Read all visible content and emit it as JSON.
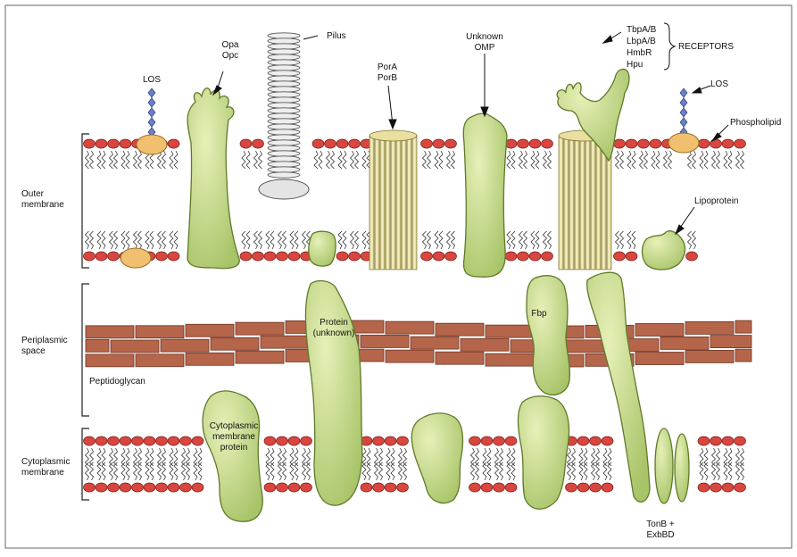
{
  "labels": {
    "pilus": "Pilus",
    "opa_line1": "Opa",
    "opa_line2": "Opc",
    "los_left": "LOS",
    "los_right": "LOS",
    "por_line1": "PorA",
    "por_line2": "PorB",
    "omp_line1": "Unknown",
    "omp_line2": "OMP",
    "receptor_items": [
      "TbpA/B",
      "LbpA/B",
      "HmbR",
      "Hpu"
    ],
    "receptors": "RECEPTORS",
    "phospholipid": "Phospholipid",
    "lipoprotein": "Lipoprotein",
    "outer_membrane_line1": "Outer",
    "outer_membrane_line2": "membrane",
    "periplasmic_line1": "Periplasmic",
    "periplasmic_line2": "space",
    "peptidoglycan": "Peptidoglycan",
    "protein_unknown_line1": "Protein",
    "protein_unknown_line2": "(unknown)",
    "fbp": "Fbp",
    "cyto_protein_line1": "Cytoplasmic",
    "cyto_protein_line2": "membrane",
    "cyto_protein_line3": "protein",
    "cyto_membrane_line1": "Cytoplasmic",
    "cyto_membrane_line2": "membrane",
    "tonb_line1": "TonB +",
    "tonb_line2": "ExbBD"
  },
  "colors": {
    "protein_fill": "#c9dc8a",
    "protein_stroke": "#5f7a2a",
    "lipid_head": "#d8463f",
    "lipid_tail": "#333333",
    "brick": "#b5654a",
    "los_body": "#f0c070",
    "los_chain": "#6b7fc4",
    "porin_fill": "#ece5a8",
    "pilus_fill": "#eeeeee"
  }
}
